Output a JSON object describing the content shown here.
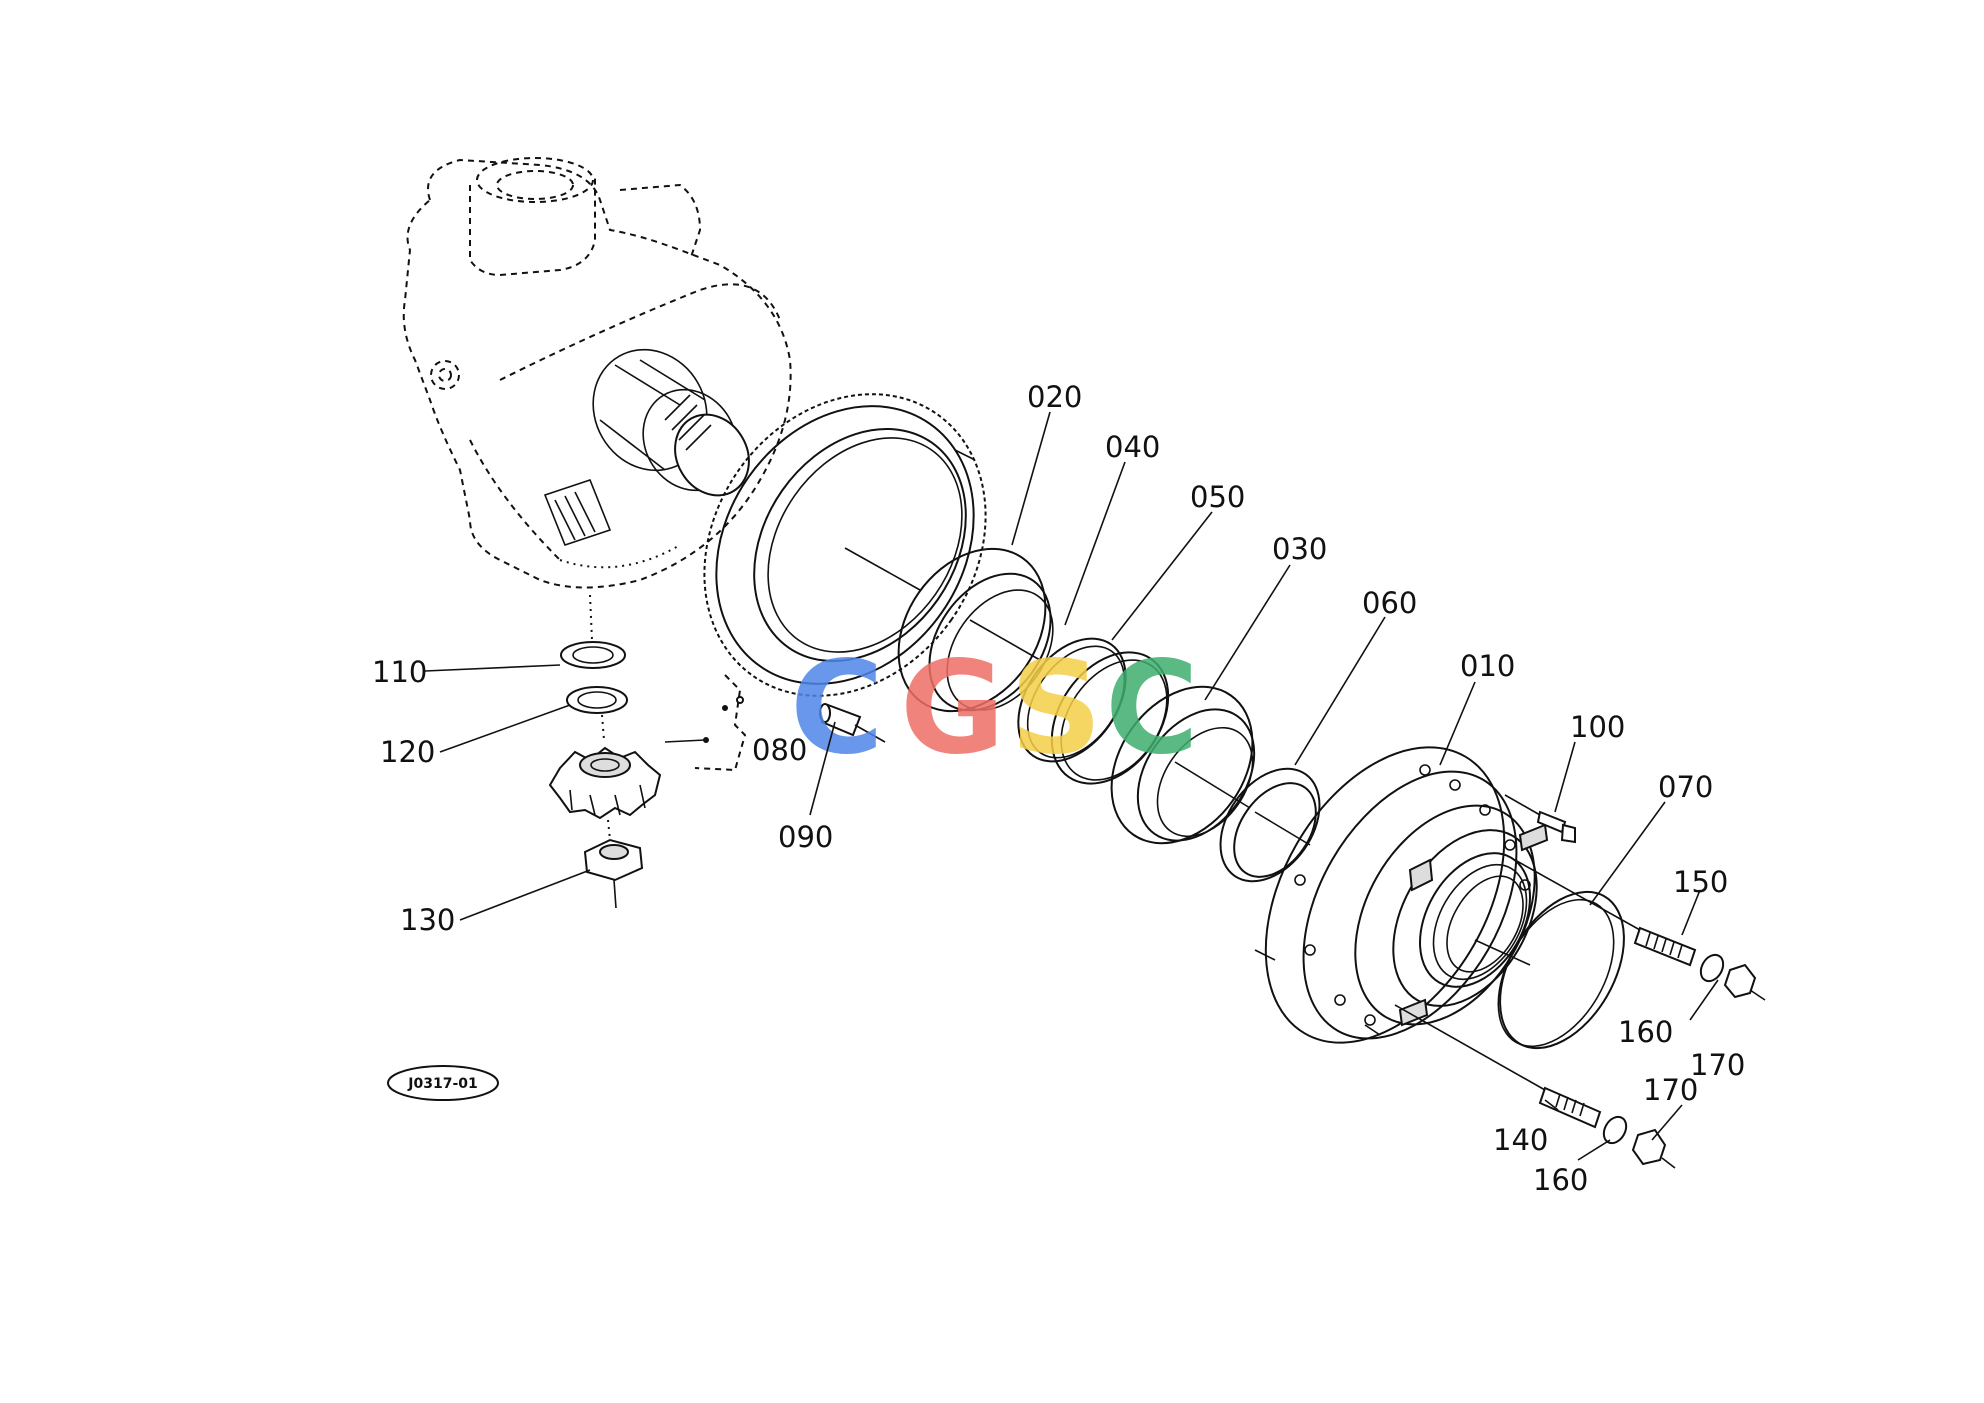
{
  "diagram_code": "J0317-01",
  "watermark": {
    "letters": [
      {
        "char": "C",
        "color": "#4f86e8"
      },
      {
        "char": "G",
        "color": "#ee6f67"
      },
      {
        "char": "S",
        "color": "#f5cf47"
      },
      {
        "char": "C",
        "color": "#3fae6e"
      }
    ]
  },
  "callouts": [
    {
      "id": "c020",
      "label": "020"
    },
    {
      "id": "c040",
      "label": "040"
    },
    {
      "id": "c050",
      "label": "050"
    },
    {
      "id": "c030",
      "label": "030"
    },
    {
      "id": "c060",
      "label": "060"
    },
    {
      "id": "c010",
      "label": "010"
    },
    {
      "id": "c100",
      "label": "100"
    },
    {
      "id": "c070",
      "label": "070"
    },
    {
      "id": "c150",
      "label": "150"
    },
    {
      "id": "c160a",
      "label": "160"
    },
    {
      "id": "c170a",
      "label": "170"
    },
    {
      "id": "c170b",
      "label": "170"
    },
    {
      "id": "c140",
      "label": "140"
    },
    {
      "id": "c160b",
      "label": "160"
    },
    {
      "id": "c110",
      "label": "110"
    },
    {
      "id": "c120",
      "label": "120"
    },
    {
      "id": "c080",
      "label": "080"
    },
    {
      "id": "c090",
      "label": "090"
    },
    {
      "id": "c130",
      "label": "130"
    }
  ]
}
